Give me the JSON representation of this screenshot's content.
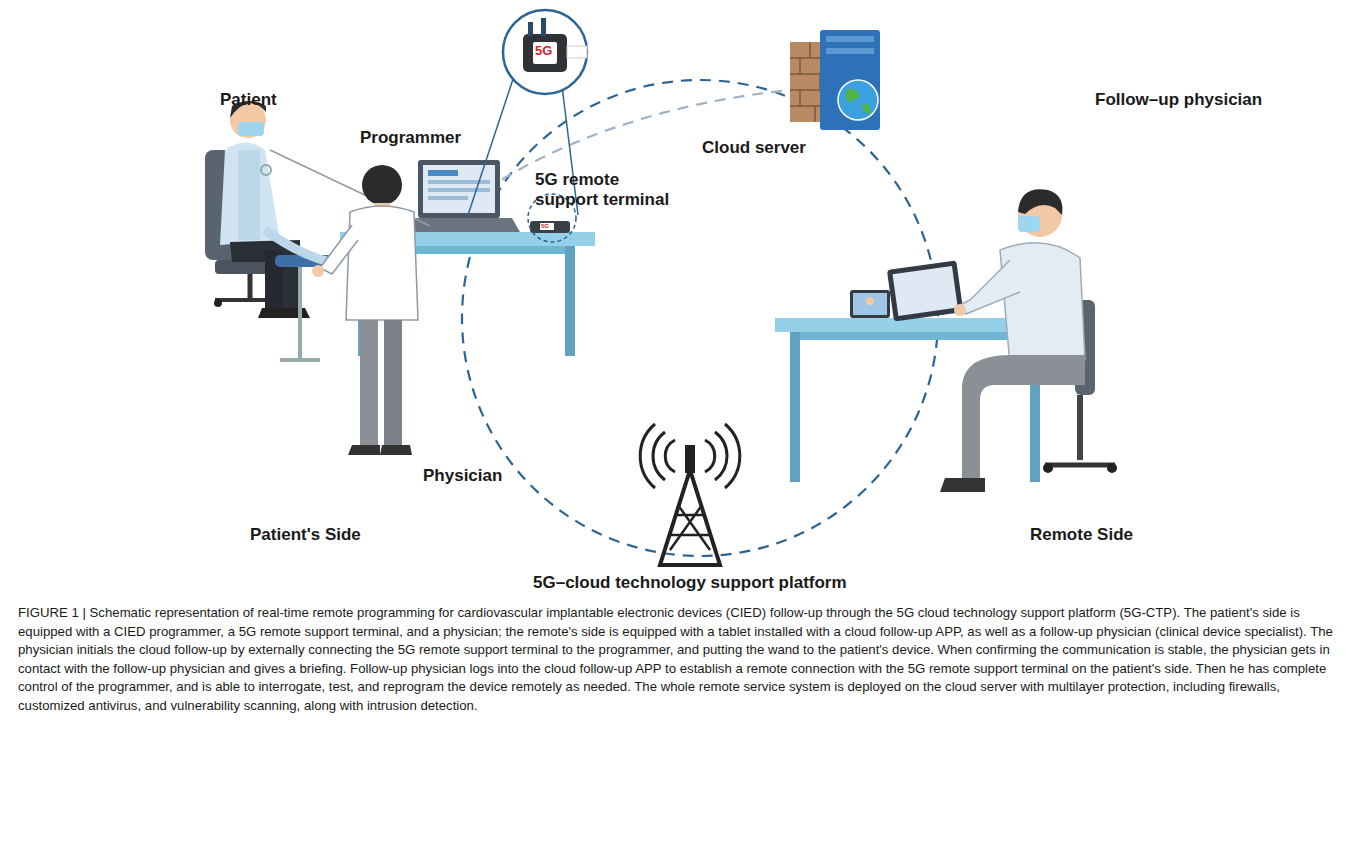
{
  "diagram": {
    "caption": "FIGURE 1 | Schematic representation of real-time remote programming for cardiovascular implantable electronic devices (CIED) follow-up through the 5G cloud technology support platform (5G-CTP). The patient's side is equipped with a CIED programmer, a 5G remote support terminal, and a physician; the remote's side is equipped with a tablet installed with a cloud follow-up APP, as well as a follow-up physician (clinical device specialist). The physician initials the cloud follow-up by externally connecting the 5G remote support terminal to the programmer, and putting the wand to the patient's device. When confirming the communication is stable, the physician gets in contact with the follow-up physician and gives a briefing. Follow-up physician logs into the cloud follow-up APP to establish a remote connection with the 5G remote support terminal on the patient's side. Then he has complete control of the programmer, and is able to interrogate, test, and reprogram the device remotely as needed. The whole remote service system is deployed on the cloud server with multilayer protection, including firewalls, customized antivirus, and vulnerability scanning, along with intrusion detection.",
    "labels": [
      "Patient",
      "Programmer",
      "5G",
      "5G",
      "5G remote support terminal",
      "Cloud server",
      "Follow–up physician",
      "Physician",
      "Patient's Side",
      "Remote Side",
      "5G–cloud technology support platform"
    ]
  }
}
